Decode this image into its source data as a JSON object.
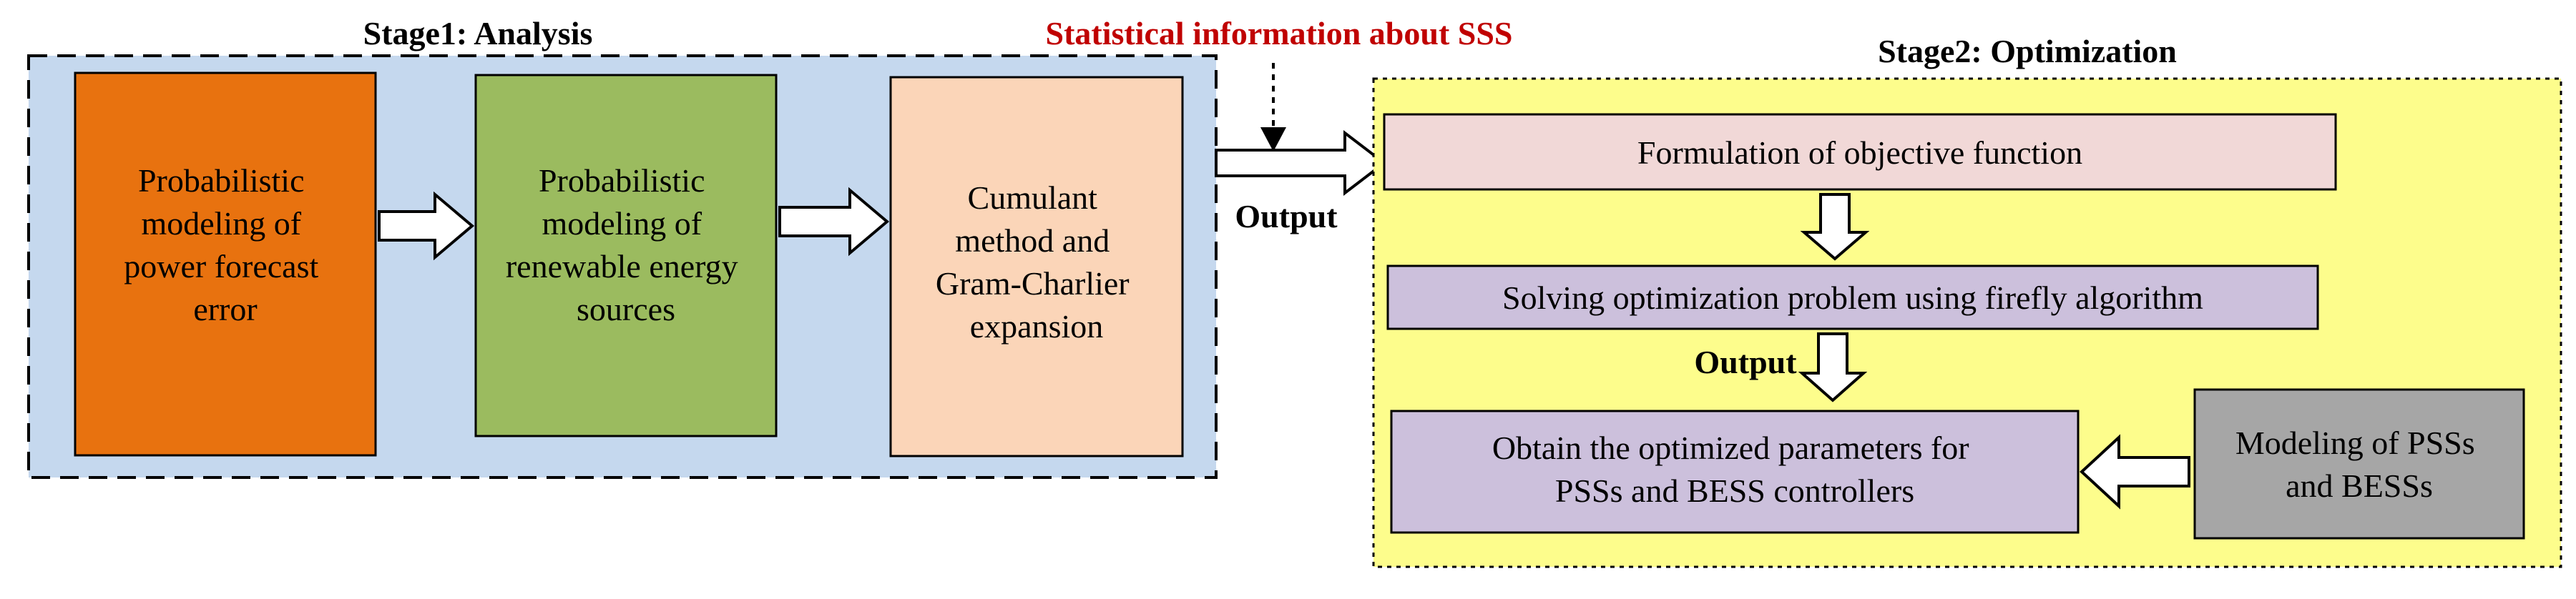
{
  "stage1": {
    "title": "Stage1: Analysis",
    "box1_lines": [
      "Probabilistic",
      "modeling of",
      "power forecast",
      "error"
    ],
    "box2_lines": [
      "Probabilistic",
      "modeling of",
      "renewable energy",
      "sources"
    ],
    "box3_lines": [
      "Cumulant",
      "method and",
      "Gram-Charlier",
      "expansion"
    ]
  },
  "input_note": "Statistical information about SSS",
  "output_label_1": "Output",
  "stage2": {
    "title": "Stage2: Optimization",
    "objective_label": "Formulation of objective function",
    "solve_label": "Solving optimization problem using firefly algorithm",
    "output_label_2": "Output",
    "result_lines": [
      "Obtain the optimized parameters for",
      "PSSs and BESS controllers"
    ],
    "modeling_lines": [
      "Modeling of PSSs",
      "and BESSs"
    ]
  },
  "colors": {
    "stage1_bg": "#c5d8ee",
    "stage2_bg": "#fdfd8c",
    "box1": "#e8720f",
    "box2": "#9bbb5f",
    "box3": "#fbd5b8",
    "objective_box": "#f1d8d7",
    "solve_box": "#ccc0dc",
    "result_box": "#ccc0dc",
    "modeling_box": "#a6a6a6",
    "note_red": "#c00000"
  }
}
